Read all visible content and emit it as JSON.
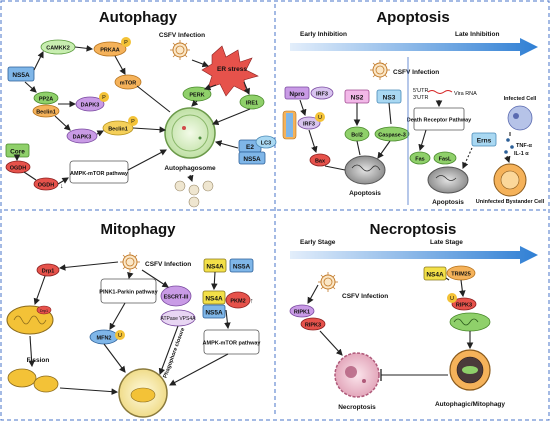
{
  "panels": {
    "autophagy": {
      "title": "Autophagy",
      "ns5a": "NS5A",
      "camkk2": "CAMKK2",
      "prkaa": "PRKAA",
      "p1": "P",
      "pp2a": "PP2A",
      "beclin1_a": "Beclin1",
      "dapk3_a": "DAPK3",
      "p2": "P",
      "dapk3_b": "DAPK3",
      "beclin1_b": "Beclin1",
      "p3": "P",
      "mtor": "mTOR",
      "csfv": "CSFV Infection",
      "er_stress": "ER  stress",
      "perk": "PERK",
      "ire1": "IRE1",
      "core": "Core",
      "ogdh_a": "OGDH",
      "ogdh_b": "OGDH",
      "ampk": "AMPK-mTOR pathway",
      "e2": "E2",
      "lc3": "LC3",
      "ns5a_b": "NS5A",
      "autophagosome": "Autophagosome"
    },
    "apoptosis": {
      "title": "Apoptosis",
      "early": "Early Inhibition",
      "late": "Late Inhibition",
      "csfv": "CSFV Infection",
      "npro": "Npro",
      "irf3_a": "IRF3",
      "irf3_b": "IRF3",
      "u": "U",
      "ns2": "NS2",
      "ns3": "NS3",
      "bcl2": "Bcl2",
      "caspase3": "Caspase-3",
      "bax": "Bax",
      "apoptosis_a": "Apoptosis",
      "utr5": "5'UTR",
      "utr3": "3'UTR",
      "vira_rna": "Vira RNA",
      "death_receptor": "Death Receptor Pathway",
      "erns": "Erns",
      "fas": "Fas",
      "fasl": "FasL",
      "apoptosis_b": "Apoptosis",
      "infected_cell": "Infected Cell",
      "tnf": "TNF-α",
      "il1": "IL-1 α",
      "uninfected": "Uninfected Bystander Cell"
    },
    "mitophagy": {
      "title": "Mitophagy",
      "csfv": "CSFV Infection",
      "drp1_a": "Drp1",
      "drp1_b": "Drp1",
      "pink1": "PINK1-Parkin pathway",
      "escrt": "ESCRT-III",
      "atpase": "ATPase VPS4A",
      "mfn2": "MFN2",
      "u": "U",
      "fission": "Fission",
      "phagophore": "Phagophore closure",
      "ns4a": "NS4A",
      "ns5a": "NS5A",
      "ns4a_b": "NS4A",
      "ns5a_b": "NS5A",
      "pkm2": "PKM2",
      "ampk": "AMPK-mTOR pathway"
    },
    "necroptosis": {
      "title": "Necroptosis",
      "early": "Early Stage",
      "late": "Late Stage",
      "csfv": "CSFV Infection",
      "ripk1": "RIPK1",
      "ripk3": "RIPK3",
      "ns4a": "NS4A",
      "trim25": "TRIM25",
      "ripk3_b": "RIPK3",
      "u": "U",
      "necroptosis": "Necroptosis",
      "autophagic": "Autophagic/Mitophagy"
    }
  },
  "colors": {
    "divider": "#4a74c9",
    "gradient_arrow": "#2f7fd4",
    "green": "#8fd06a",
    "orange": "#f5b25a",
    "purple": "#c99be6",
    "blue": "#7fb6e8",
    "red": "#e6524b",
    "yellow_p": "#f3c237"
  }
}
